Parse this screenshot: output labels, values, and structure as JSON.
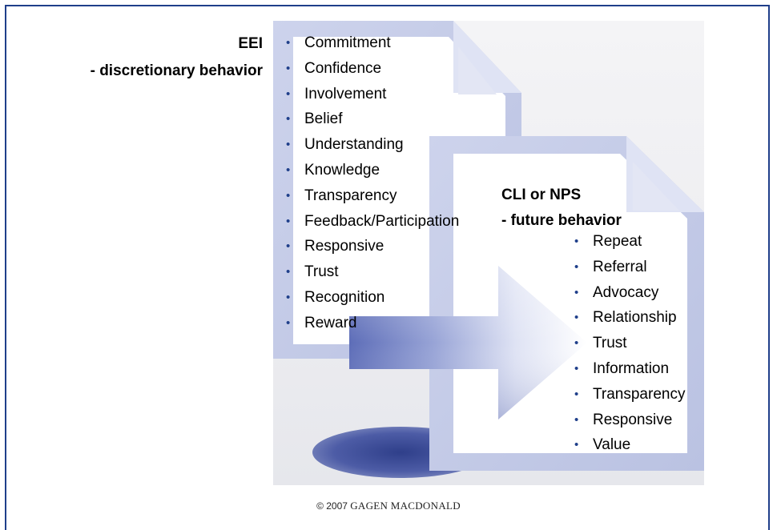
{
  "left_panel": {
    "title": "EEI",
    "subtitle": "- discretionary behavior",
    "items": [
      "Commitment",
      "Confidence",
      "Involvement",
      "Belief",
      "Understanding",
      "Knowledge",
      "Transparency",
      "Feedback/Participation",
      "Responsive",
      "Trust",
      "Recognition",
      "Reward"
    ]
  },
  "right_panel": {
    "title": "CLI or NPS",
    "subtitle": "- future behavior",
    "items": [
      "Repeat",
      "Referral",
      "Advocacy",
      "Relationship",
      "Trust",
      "Information",
      "Transparency",
      "Responsive",
      "Value"
    ]
  },
  "footer": {
    "year_text": "© 2007",
    "brand": "GAGEN MACDONALD"
  },
  "colors": {
    "frame_border": "#1f3f8a",
    "bullet": "#1f3f8a",
    "document_fill": "#c5cce6",
    "arrow_dark": "#6f7fc2",
    "arrow_light": "#eef0f9"
  },
  "icons": {
    "bullet": "bullet-dot",
    "document_back": "document-page-icon",
    "document_front": "document-page-icon",
    "arrow": "right-arrow-icon"
  }
}
